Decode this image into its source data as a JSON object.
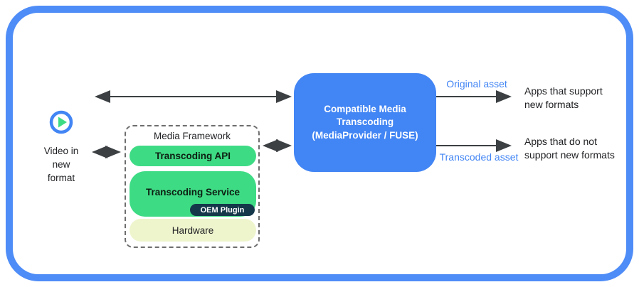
{
  "colors": {
    "frame_blue": "#4e8cf7",
    "transcoder_blue": "#4285f4",
    "layer_green": "#3edb85",
    "hardware_pale": "#eef5cd",
    "oem_navy": "#14384a",
    "arrow_gray": "#3c4043",
    "asset_label_blue": "#4285f4"
  },
  "source": {
    "icon": "play-icon",
    "label": "Video in\nnew\nformat"
  },
  "media_framework": {
    "title": "Media Framework",
    "layers": {
      "api": "Transcoding API",
      "service": "Transcoding Service",
      "oem": "OEM Plugin",
      "hardware": "Hardware"
    }
  },
  "transcoder": {
    "label": "Compatible Media\nTranscoding\n(MediaProvider / FUSE)"
  },
  "outputs": {
    "top": {
      "asset": "Original asset",
      "target": "Apps that support\nnew formats"
    },
    "bottom": {
      "asset": "Transcoded asset",
      "target": "Apps that do not\nsupport new formats"
    }
  }
}
